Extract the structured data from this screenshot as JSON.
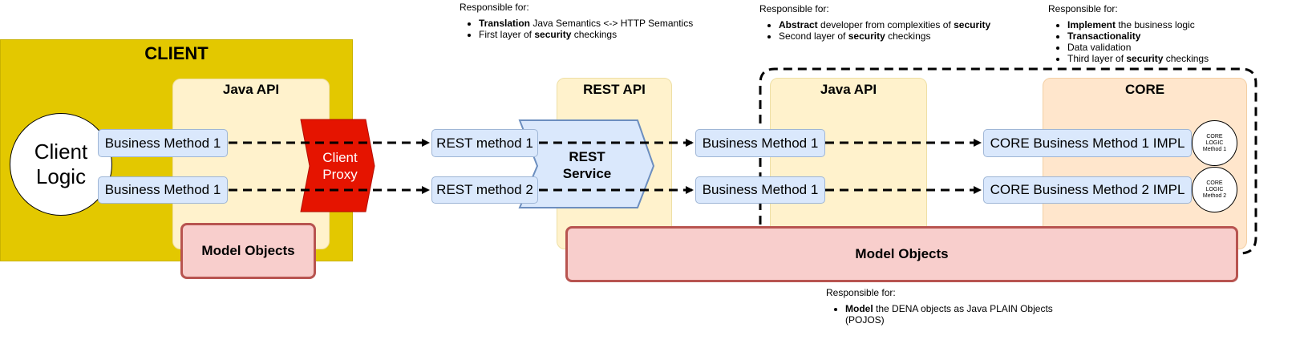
{
  "client": {
    "title": "CLIENT",
    "java_api_title": "Java API",
    "logic_label": "Client\nLogic",
    "methods": [
      "Business Method 1",
      "Business Method 1"
    ],
    "proxy_label": "Client\nProxy",
    "model_objects": "Model Objects"
  },
  "rest_api": {
    "title": "REST API",
    "methods": [
      "REST method 1",
      "REST method 2"
    ],
    "service_label": "REST\nService",
    "responsibility": {
      "heading": "Responsible for:",
      "items": [
        [
          {
            "text": "Translation",
            "bold": true
          },
          {
            "text": " Java Semantics <-> HTTP Semantics",
            "bold": false
          }
        ],
        [
          {
            "text": "First layer of ",
            "bold": false
          },
          {
            "text": "security",
            "bold": true
          },
          {
            "text": " checkings",
            "bold": false
          }
        ]
      ]
    }
  },
  "server_java_api": {
    "title": "Java API",
    "methods": [
      "Business Method 1",
      "Business Method 1"
    ],
    "responsibility": {
      "heading": "Responsible for:",
      "items": [
        [
          {
            "text": "Abstract",
            "bold": true
          },
          {
            "text": " developer from complexities of ",
            "bold": false
          },
          {
            "text": "security",
            "bold": true
          }
        ],
        [
          {
            "text": "Second layer of ",
            "bold": false
          },
          {
            "text": "security",
            "bold": true
          },
          {
            "text": " checkings",
            "bold": false
          }
        ]
      ]
    }
  },
  "core": {
    "title": "CORE",
    "methods": [
      "CORE Business Method 1 IMPL",
      "CORE Business Method 2 IMPL"
    ],
    "logic_circles": [
      "CORE\nLOGIC\nMethod 1",
      "CORE\nLOGIC\nMethod 2"
    ],
    "responsibility": {
      "heading": "Responsible for:",
      "items": [
        [
          {
            "text": "Implement",
            "bold": true
          },
          {
            "text": " the business logic",
            "bold": false
          }
        ],
        [
          {
            "text": "Transactionality",
            "bold": true
          }
        ],
        [
          {
            "text": "Data validation",
            "bold": false
          }
        ],
        [
          {
            "text": "Third layer of ",
            "bold": false
          },
          {
            "text": "security",
            "bold": true
          },
          {
            "text": " checkings",
            "bold": false
          }
        ]
      ]
    }
  },
  "shared_model": {
    "label": "Model Objects",
    "responsibility": {
      "heading": "Responsible for:",
      "items": [
        [
          {
            "text": "Model",
            "bold": true
          },
          {
            "text": " the DENA objects as Java PLAIN Objects (POJOS)",
            "bold": false
          }
        ]
      ]
    }
  },
  "colors": {
    "client_bg": "#e3c800",
    "layer_bg": "#fff2cc",
    "core_bg": "#ffe6cc",
    "method_bg": "#dae8fc",
    "model_bg": "#f8cecc",
    "model_border": "#b85450",
    "proxy_red": "#e51400",
    "rest_service_bg": "#dae8fc",
    "rest_service_border": "#6c8ebf"
  }
}
